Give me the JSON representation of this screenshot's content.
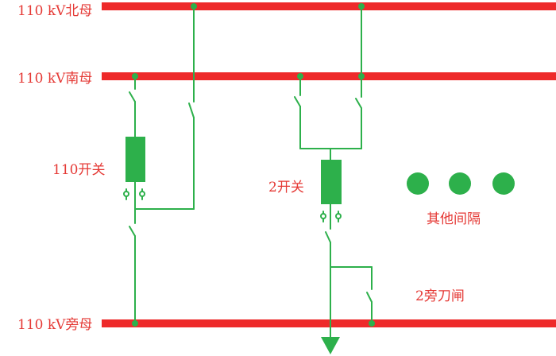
{
  "colors": {
    "bus": "#ee2a2a",
    "equipment": "#2db04b",
    "text": "#e53935",
    "background": "#ffffff"
  },
  "buses": {
    "north": "110 kV北母",
    "south": "110 kV南母",
    "bypass": "110 kV旁母"
  },
  "labels": {
    "breaker_110": "110开关",
    "breaker_2": "2开关",
    "other_bays": "其他间隔",
    "bypass_disconnector_2": "2旁刀闸"
  },
  "icons": {
    "breaker": "rectangle-breaker-icon",
    "current_transformer": "ct-icon",
    "feeder": "arrow-down-icon",
    "more_bays": "dot-icon"
  }
}
